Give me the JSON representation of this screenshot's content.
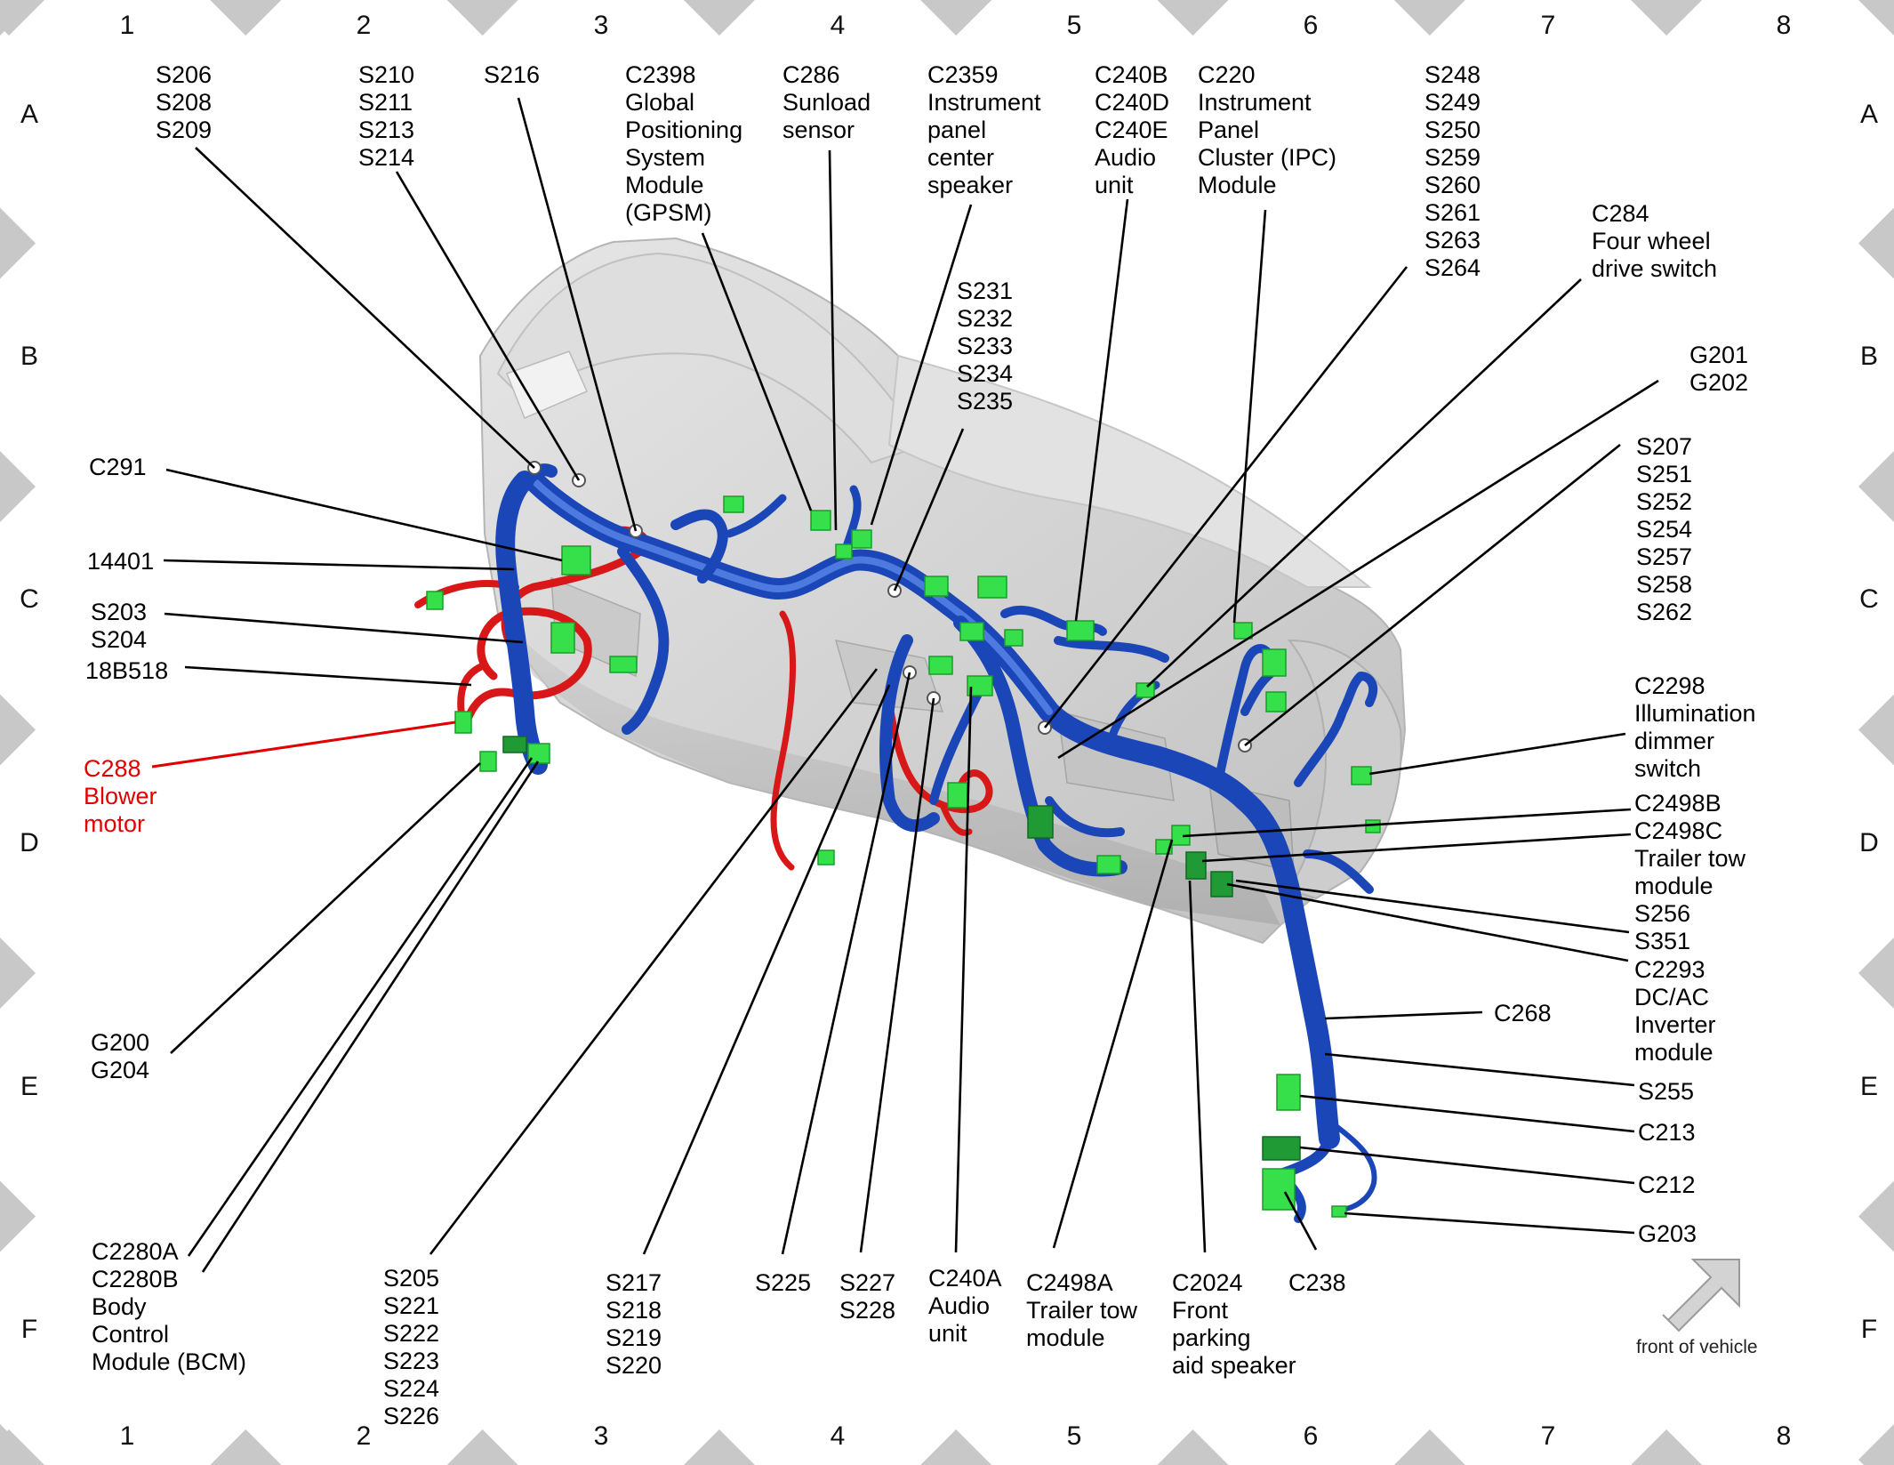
{
  "grid": {
    "columns": [
      "1",
      "2",
      "3",
      "4",
      "5",
      "6",
      "7",
      "8"
    ],
    "rows": [
      "A",
      "B",
      "C",
      "D",
      "E",
      "F"
    ]
  },
  "labels": {
    "s206": [
      "S206",
      "S208",
      "S209"
    ],
    "s210": [
      "S210",
      "S211",
      "S213",
      "S214"
    ],
    "s216": [
      "S216"
    ],
    "c2398": [
      "C2398",
      "Global",
      "Positioning",
      "System",
      "Module",
      "(GPSM)"
    ],
    "c286": [
      "C286",
      "Sunload",
      "sensor"
    ],
    "c2359": [
      "C2359",
      "Instrument",
      "panel",
      "center",
      "speaker"
    ],
    "c240b": [
      "C240B",
      "C240D",
      "C240E",
      "Audio",
      "unit"
    ],
    "c220": [
      "C220",
      "Instrument",
      "Panel",
      "Cluster (IPC)",
      "Module"
    ],
    "s248": [
      "S248",
      "S249",
      "S250",
      "S259",
      "S260",
      "S261",
      "S263",
      "S264"
    ],
    "c284": [
      "C284",
      "Four wheel",
      "drive switch"
    ],
    "s231": [
      "S231",
      "S232",
      "S233",
      "S234",
      "S235"
    ],
    "g201": [
      "G201",
      "G202"
    ],
    "s207": [
      "S207",
      "S251",
      "S252",
      "S254",
      "S257",
      "S258",
      "S262"
    ],
    "c291": [
      "C291"
    ],
    "l14401": [
      "14401"
    ],
    "s203": [
      "S203",
      "S204"
    ],
    "l18b518": [
      "18B518"
    ],
    "c288": [
      "C288",
      "Blower",
      "motor"
    ],
    "c2298": [
      "C2298",
      "Illumination",
      "dimmer",
      "switch"
    ],
    "c2498b": [
      "C2498B"
    ],
    "c2498c": [
      "C2498C",
      "Trailer tow",
      "module"
    ],
    "s256": [
      "S256",
      "S351"
    ],
    "c2293": [
      "C2293",
      "DC/AC",
      "Inverter",
      "module"
    ],
    "c268": [
      "C268"
    ],
    "s255": [
      "S255"
    ],
    "c213": [
      "C213"
    ],
    "c212": [
      "C212"
    ],
    "g203": [
      "G203"
    ],
    "g200": [
      "G200",
      "G204"
    ],
    "c2280": [
      "C2280A",
      "C2280B",
      "Body",
      "Control",
      "Module (BCM)"
    ],
    "s205": [
      "S205",
      "S221",
      "S222",
      "S223",
      "S224",
      "S226"
    ],
    "s217": [
      "S217",
      "S218",
      "S219",
      "S220"
    ],
    "s225": [
      "S225"
    ],
    "s227": [
      "S227",
      "S228"
    ],
    "c240a": [
      "C240A",
      "Audio",
      "unit"
    ],
    "c2498a": [
      "C2498A",
      "Trailer tow",
      "module"
    ],
    "c2024": [
      "C2024",
      "Front",
      "parking",
      "aid speaker"
    ],
    "c238": [
      "C238"
    ],
    "front": [
      "front of vehicle"
    ]
  },
  "colors": {
    "harness": "#1b46b8",
    "blower_circuit": "#e00000",
    "connector": "#35e04a",
    "panel": "#d9d9d9"
  }
}
